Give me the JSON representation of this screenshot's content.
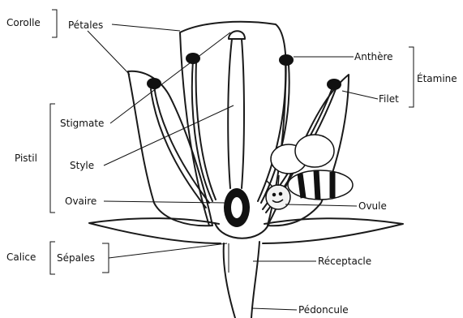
{
  "labels": {
    "corolle": "Corolle",
    "petales": "Pétales",
    "stigmate": "Stigmate",
    "pistil": "Pistil",
    "style": "Style",
    "ovaire": "Ovaire",
    "calice": "Calice",
    "sepales": "Sépales",
    "anthere": "Anthère",
    "etamine": "Étamine",
    "filet": "Filet",
    "ovule": "Ovule",
    "receptacle": "Réceptacle",
    "pedoncule": "Pédoncule"
  },
  "colors": {
    "line": "#111111",
    "outline": "#1a1a1a",
    "fill": "#ffffff",
    "bee_stripe": "#111111",
    "bee_wing": "#ffffff",
    "bee_head": "#f2f2f2"
  }
}
